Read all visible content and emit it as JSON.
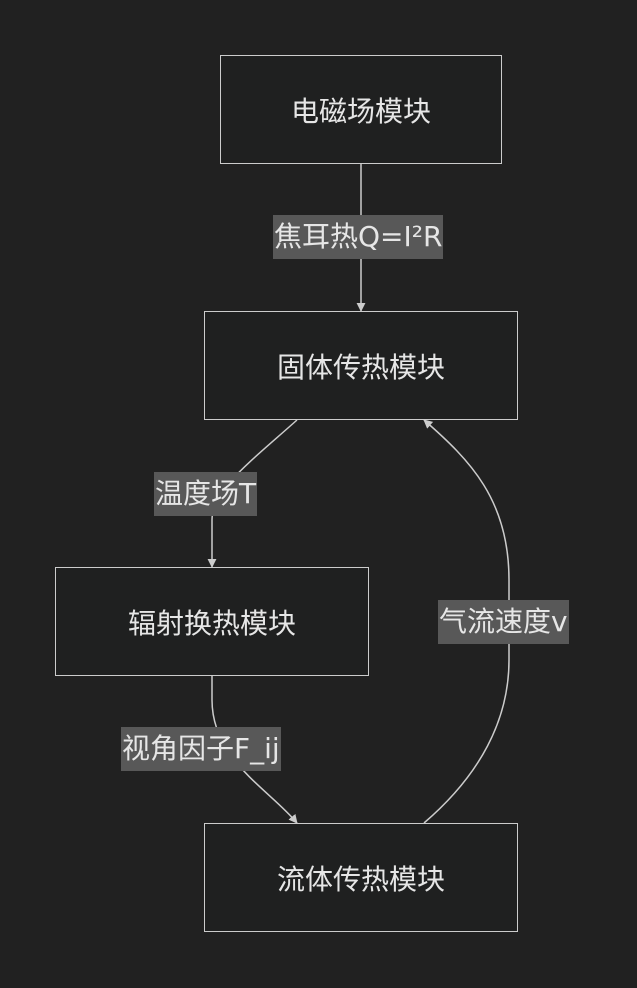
{
  "nodes": {
    "em": "电磁场模块",
    "solid": "固体传热模块",
    "radiation": "辐射换热模块",
    "fluid": "流体传热模块"
  },
  "edges": {
    "em_to_solid": "焦耳热Q=I²R",
    "solid_to_radiation": "温度场T",
    "radiation_to_fluid": "视角因子F_ij",
    "fluid_to_solid": "气流速度v"
  },
  "colors": {
    "background": "#212121",
    "node_fill": "#1f2020",
    "node_border": "#cccccc",
    "text": "#e6e6e6",
    "label_bg": "#585858",
    "edge": "#cccccc"
  }
}
